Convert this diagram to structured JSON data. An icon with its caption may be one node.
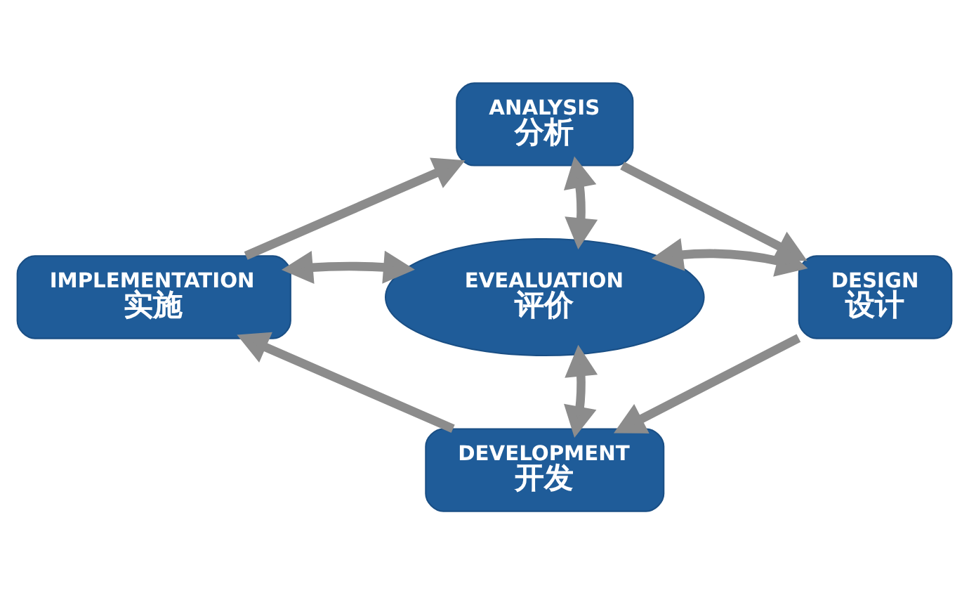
{
  "diagram": {
    "nodes": [
      {
        "text": [
          "ANALYSIS",
          "分析"
        ]
      },
      {
        "text": [
          "DESIGN",
          "设计"
        ]
      },
      {
        "text": [
          "DEVELOPMENT",
          "开发"
        ]
      },
      {
        "text": [
          "IMPLEMENTATION",
          "实施"
        ]
      },
      {
        "text": [
          "EVEALUATION",
          "评价"
        ]
      }
    ],
    "edges": [
      {
        "from": 0,
        "to": 1,
        "arrow": "to"
      },
      {
        "from": 1,
        "to": 2,
        "arrow": "to"
      },
      {
        "from": 2,
        "to": 3,
        "arrow": "to"
      },
      {
        "from": 3,
        "to": 0,
        "arrow": "to"
      },
      {
        "from": 4,
        "to": 0,
        "arrow": "both"
      },
      {
        "from": 4,
        "to": 1,
        "arrow": "both"
      },
      {
        "from": 4,
        "to": 2,
        "arrow": "both"
      },
      {
        "from": 4,
        "to": 3,
        "arrow": "both"
      }
    ]
  }
}
